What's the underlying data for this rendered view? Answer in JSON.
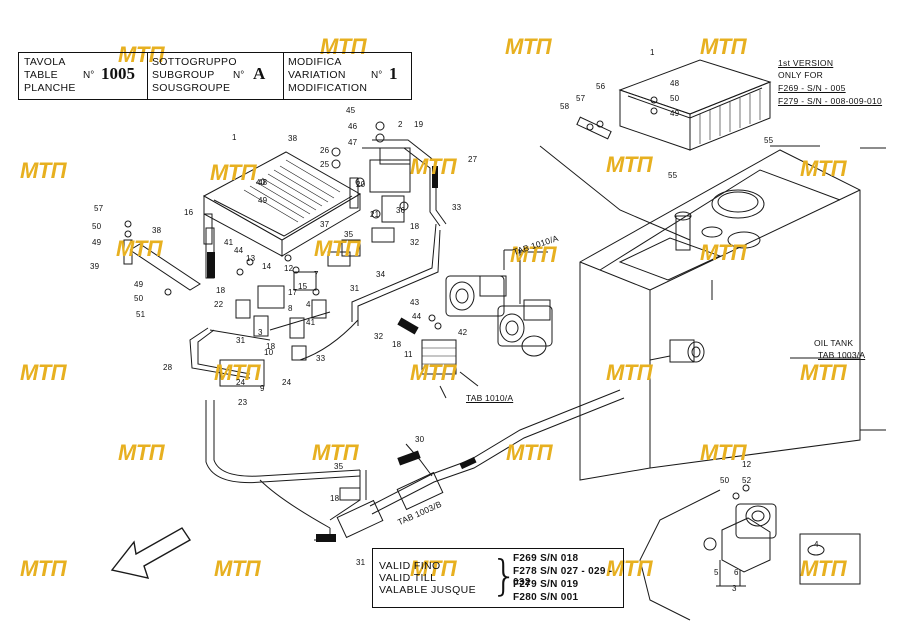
{
  "header": {
    "table_labels": [
      "TAVOLA",
      "TABLE",
      "PLANCHE"
    ],
    "table_no": "N°",
    "table_value": "1005",
    "subgroup_labels": [
      "SOTTOGRUPPO",
      "SUBGROUP",
      "SOUSGROUPE"
    ],
    "subgroup_no": "N°",
    "subgroup_value": "A",
    "variation_labels": [
      "MODIFICA",
      "VARIATION",
      "MODIFICATION"
    ],
    "variation_no": "N°",
    "variation_value": "1"
  },
  "version_note": [
    "1st VERSION",
    "ONLY FOR",
    "F269 - S/N - 005",
    "F279 - S/N - 008-009-010"
  ],
  "references": {
    "tab_1010_a_top": "TAB 1010/A",
    "tab_1010_a_bottom": "TAB 1010/A",
    "tab_1003_b": "TAB 1003/B",
    "oil_tank": "OIL TANK",
    "oil_tank_tab": "TAB 1003/A"
  },
  "validity": {
    "labels": [
      "VALID FINO",
      "VALID TILL",
      "VALABLE JUSQUE"
    ],
    "serials": [
      "F269  S/N 018",
      "F278  S/N 027 - 029 - 032",
      "F279  S/N 019",
      "F280  S/N 001"
    ]
  },
  "watermark": {
    "text": "МТП",
    "color": "#f0b820"
  },
  "callouts": {
    "c1": "1",
    "c1b": "1",
    "c2": "2",
    "c3": "3",
    "c3b": "3",
    "c4": "4",
    "c5": "5",
    "c6": "6",
    "c7": "7",
    "c8": "8",
    "c9": "9",
    "c10": "10",
    "c11": "11",
    "c12": "12",
    "c13": "13",
    "c14": "14",
    "c15": "15",
    "c16": "16",
    "c17": "17",
    "c18": "18",
    "c18b": "18",
    "c18c": "18",
    "c18d": "18",
    "c19": "19",
    "c20": "20",
    "c21": "21",
    "c22": "22",
    "c23": "23",
    "c24": "24",
    "c25": "25",
    "c26": "26",
    "c27": "27",
    "c28": "28",
    "c30": "30",
    "c31": "31",
    "c31b": "31",
    "c31c": "31",
    "c32": "32",
    "c32b": "32",
    "c33": "33",
    "c33b": "33",
    "c34": "34",
    "c35": "35",
    "c35b": "35",
    "c36": "36",
    "c37": "37",
    "c38": "38",
    "c38b": "38",
    "c39": "39",
    "c40": "40",
    "c41": "41",
    "c41b": "41",
    "c42": "42",
    "c43": "43",
    "c44": "44",
    "c44b": "44",
    "c45": "45",
    "c46": "46",
    "c47": "47",
    "c48": "48",
    "c48b": "48",
    "c49": "49",
    "c49b": "49",
    "c49c": "49",
    "c49d": "49",
    "c50": "50",
    "c50b": "50",
    "c50c": "50",
    "c50d": "50",
    "c51": "51",
    "c52": "52",
    "c55": "55",
    "c55b": "55",
    "c56": "56",
    "c57": "57",
    "c57b": "57",
    "c58": "58",
    "c18e": "18",
    "c4b": "4",
    "c12b": "12",
    "c24b": "24"
  }
}
